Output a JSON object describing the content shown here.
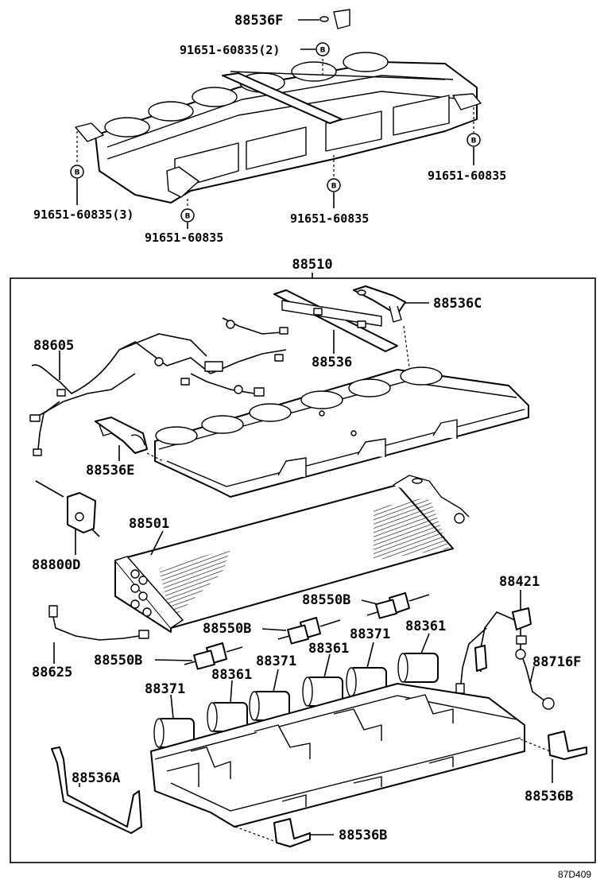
{
  "diagram_code": "87D409",
  "bolt_symbol": "B",
  "top_assembly": {
    "part_88536F": "88536F",
    "bolt_91651_60835_qty2": "91651-60835(2)",
    "bolt_left_qty3": "91651-60835(3)",
    "bolt_front_left": "91651-60835",
    "bolt_front_center": "91651-60835",
    "bolt_right": "91651-60835"
  },
  "main_assembly": {
    "assembly_number": "88510",
    "part_88536C": "88536C",
    "part_88605": "88605",
    "part_88536": "88536",
    "part_88536E": "88536E",
    "part_88501": "88501",
    "part_88800D": "88800D",
    "part_88421": "88421",
    "part_88550B_top": "88550B",
    "part_88550B_mid": "88550B",
    "part_88550B_left": "88550B",
    "part_88625": "88625",
    "part_88716F": "88716F",
    "part_88361_right": "88361",
    "part_88371_right": "88371",
    "part_88361_mid": "88361",
    "part_88371_mid": "88371",
    "part_88361_left": "88361",
    "part_88371_left": "88371",
    "part_88536A": "88536A",
    "part_88536B_right": "88536B",
    "part_88536B_bottom": "88536B"
  }
}
